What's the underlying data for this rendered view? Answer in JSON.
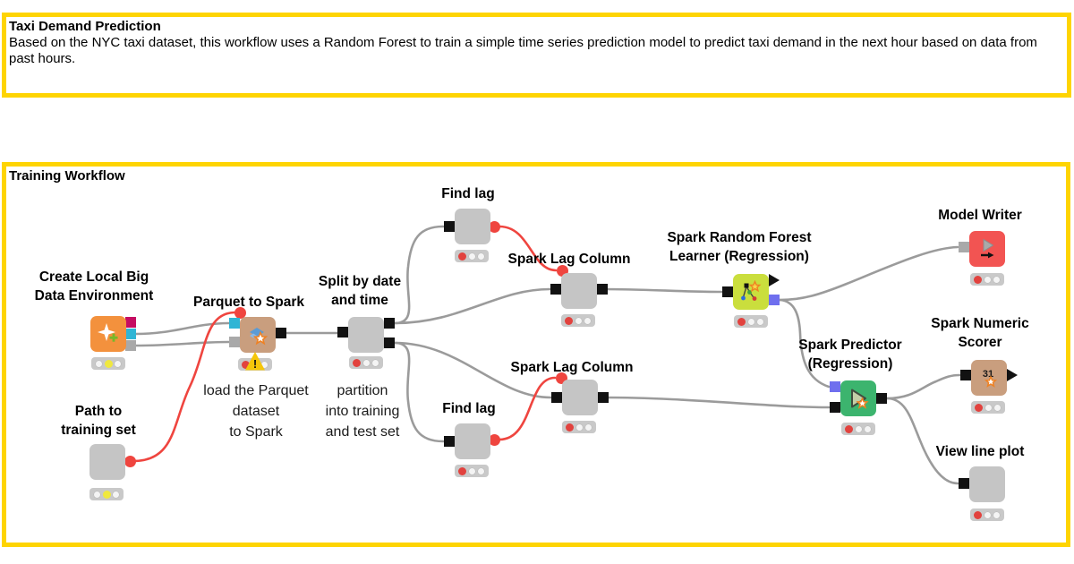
{
  "annotation_boxes": {
    "description": {
      "title": "Taxi Demand Prediction",
      "body": "Based on the NYC taxi dataset, this workflow uses a Random Forest to train a simple time series prediction model to predict taxi demand in the next hour based on data from past hours."
    },
    "training": {
      "title": "Training Workflow"
    }
  },
  "workflow": {
    "nodes": [
      {
        "label": "Create Local Big\nData Environment",
        "status": "configured"
      },
      {
        "label": "Path to\ntraining set",
        "status": "configured"
      },
      {
        "label": "Parquet to Spark",
        "status": "error",
        "warning": "!"
      },
      {
        "label": "Split by date\nand time",
        "status": "error"
      },
      {
        "label": "Find lag",
        "status": "error"
      },
      {
        "label": "Spark Lag Column",
        "status": "error"
      },
      {
        "label": "Find lag",
        "status": "error"
      },
      {
        "label": "Spark Lag Column",
        "status": "error"
      },
      {
        "label": "Spark Random Forest\nLearner (Regression)",
        "status": "error"
      },
      {
        "label": "Model Writer",
        "status": "error"
      },
      {
        "label": "Spark Predictor\n(Regression)",
        "status": "error"
      },
      {
        "label": "Spark Numeric\nScorer",
        "status": "error",
        "icon_text": "31"
      },
      {
        "label": "View line plot",
        "status": "error"
      }
    ],
    "comments": [
      {
        "text": "load the Parquet\ndataset\nto Spark"
      },
      {
        "text": "partition\ninto training\nand test set"
      }
    ]
  },
  "colors": {
    "annotation_border": "#fed402",
    "node_gray": "#c5c5c5",
    "node_orange": "#f3913d",
    "node_tan": "#c99e7e",
    "node_chartreuse": "#cade3d",
    "node_green": "#3cb46e",
    "node_red": "#f25452",
    "port_cyan": "#2fb5d5",
    "port_magenta": "#c50d62",
    "port_blue": "#6f6fee",
    "wire_gray": "#9b9b9b",
    "wire_red": "#ef453f",
    "status_red": "#e2423e",
    "status_yellow": "#f0e83e",
    "warning_yellow": "#f5c60a"
  }
}
